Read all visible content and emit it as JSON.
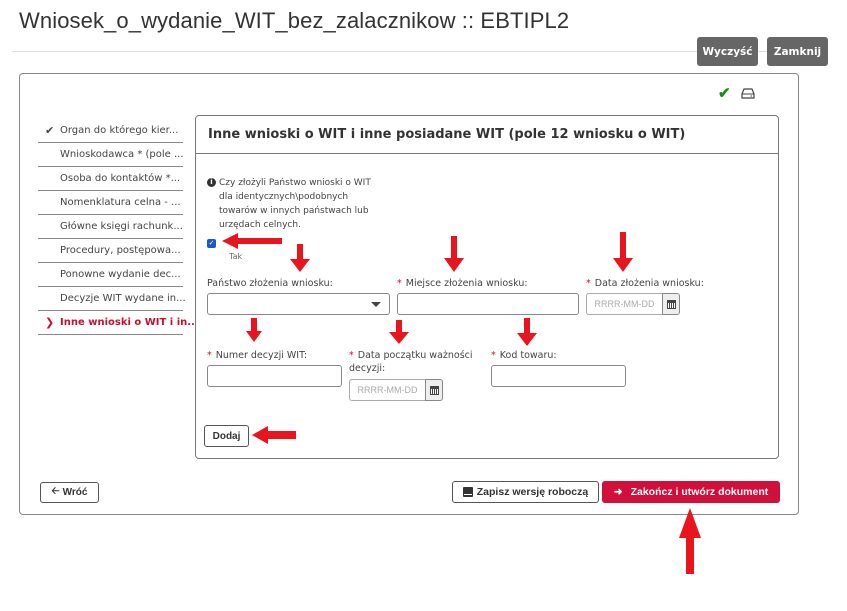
{
  "header": {
    "title": "Wniosek_o_wydanie_WIT_bez_zalacznikow :: EBTIPL2",
    "buttons": {
      "clear": "Wyczyść",
      "close": "Zamknij"
    }
  },
  "status_icons": [
    "check-icon",
    "drive-icon"
  ],
  "sidebar": {
    "items": [
      {
        "label": "Organ do którego kier...",
        "state": "completed"
      },
      {
        "label": "Wnioskodawca * (pole ...",
        "state": "default"
      },
      {
        "label": "Osoba do kontaktów *...",
        "state": "default"
      },
      {
        "label": "Nomenklatura celna - ...",
        "state": "default"
      },
      {
        "label": "Główne księgi rachunk...",
        "state": "default"
      },
      {
        "label": "Procedury, postępowa...",
        "state": "default"
      },
      {
        "label": "Ponowne wydanie dec...",
        "state": "default"
      },
      {
        "label": "Decyzje WIT wydane in...",
        "state": "default"
      },
      {
        "label": "Inne wnioski o WIT i in...",
        "state": "active"
      }
    ]
  },
  "section": {
    "title": "Inne wnioski o WIT i inne posiadane WIT (pole 12 wniosku o WIT)",
    "question": "Czy złożyli Państwo wnioski o WIT dla identycznych\\podobnych towarów w innych państwach lub urzędach celnych.",
    "checkbox": {
      "checked": true,
      "label": "Tak"
    },
    "fields": {
      "country": {
        "label": "Państwo złożenia wniosku:",
        "required": false,
        "value": ""
      },
      "place": {
        "label": "Miejsce złożenia wniosku:",
        "required": true,
        "value": ""
      },
      "date_submitted": {
        "label": "Data złożenia wniosku:",
        "required": true,
        "placeholder": "RRRR-MM-DD"
      },
      "decision_number": {
        "label": "Numer decyzji WIT:",
        "required": true,
        "value": ""
      },
      "validity_start": {
        "label": "Data początku ważności decyzji:",
        "required": true,
        "placeholder": "RRRR-MM-DD"
      },
      "goods_code": {
        "label": "Kod towaru:",
        "required": true,
        "value": ""
      }
    },
    "add_button": "Dodaj",
    "required_marker": "*"
  },
  "footer": {
    "back": "Wróć",
    "save_draft": "Zapisz wersję roboczą",
    "finish": "Zakończ i utwórz dokument"
  },
  "colors": {
    "accent": "#c8102e",
    "primary_button": "#d0103a",
    "header_button": "#666666",
    "ok": "#1a8a1a",
    "annotation_arrow": "#e8141e"
  }
}
